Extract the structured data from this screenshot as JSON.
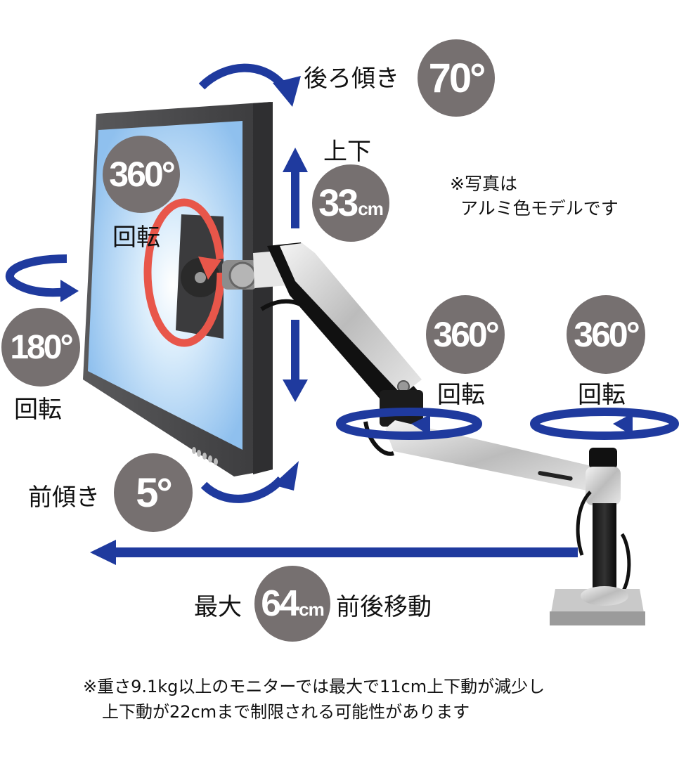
{
  "product": "monitor-arm",
  "colors": {
    "arrow_blue": "#1f3a9e",
    "badge_gray": "#767070",
    "rotation_red": "#e8564a",
    "screen_blue": "#9fcaf0",
    "bezel_gray": "#4a4a4c"
  },
  "features": {
    "back_tilt": {
      "label": "後ろ傾き",
      "value": "70°"
    },
    "vertical": {
      "label": "上下",
      "value": "33",
      "unit": "cm"
    },
    "screen_rotation": {
      "value": "360°",
      "label": "回転"
    },
    "side_swivel": {
      "value": "180°",
      "label": "回転"
    },
    "elbow_rotation": {
      "value": "360°",
      "label": "回転"
    },
    "base_rotation": {
      "value": "360°",
      "label": "回転"
    },
    "forward_tilt": {
      "label": "前傾き",
      "value": "5°"
    },
    "extension": {
      "prefix": "最大",
      "value": "64",
      "unit": "cm",
      "suffix": "前後移動"
    }
  },
  "photo_note": {
    "line1": "※写真は",
    "line2": "アルミ色モデルです"
  },
  "footer_note": {
    "line1": "※重さ9.1kg以上のモニターでは最大で11cm上下動が減少し",
    "line2": "上下動が22cmまで制限される可能性があります"
  }
}
